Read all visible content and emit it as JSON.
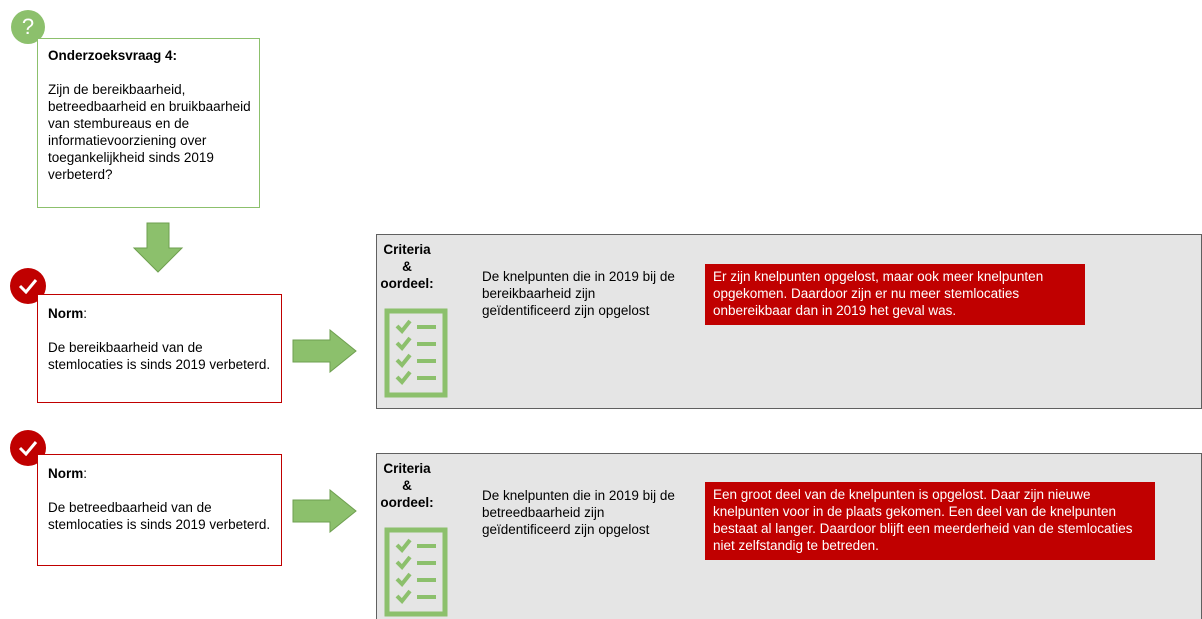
{
  "question": {
    "icon": "question-mark-icon",
    "icon_glyph": "?",
    "title": "Onderzoeksvraag 4:",
    "text": "Zijn de bereikbaarheid, betreedbaarheid en bruikbaarheid van stembureaus en de informatievoorziening over toegankelijkheid sinds 2019 verbeterd?"
  },
  "norms": [
    {
      "icon": "check-icon",
      "label": "Norm",
      "colon": ":",
      "text": "De bereikbaarheid van de stemlocaties is sinds 2019 verbeterd.",
      "criteria_label": "Criteria & oordeel:",
      "criteria": "De knelpunten die in 2019 bij de bereikbaarheid zijn geïdentificeerd zijn opgelost",
      "verdict": "Er zijn knelpunten opgelost, maar ook meer knelpunten opgekomen. Daardoor zijn er nu meer stemlocaties onbereikbaar dan in 2019 het geval was."
    },
    {
      "icon": "check-icon",
      "label": "Norm",
      "colon": ":",
      "text": "De betreedbaarheid van de stemlocaties is sinds 2019 verbeterd.",
      "criteria_label": "Criteria & oordeel:",
      "criteria": "De knelpunten die in 2019 bij de betreedbaarheid zijn geïdentificeerd zijn opgelost",
      "verdict": "Een groot deel van de knelpunten is opgelost. Daar zijn nieuwe knelpunten voor in de plaats gekomen. Een deel van de knelpunten bestaat al langer. Daardoor blijft een meerderheid van de stemlocaties niet zelfstandig te betreden."
    }
  ],
  "colors": {
    "green": "#8cc06c",
    "red": "#c00000",
    "panel_bg": "#e5e5e5"
  }
}
